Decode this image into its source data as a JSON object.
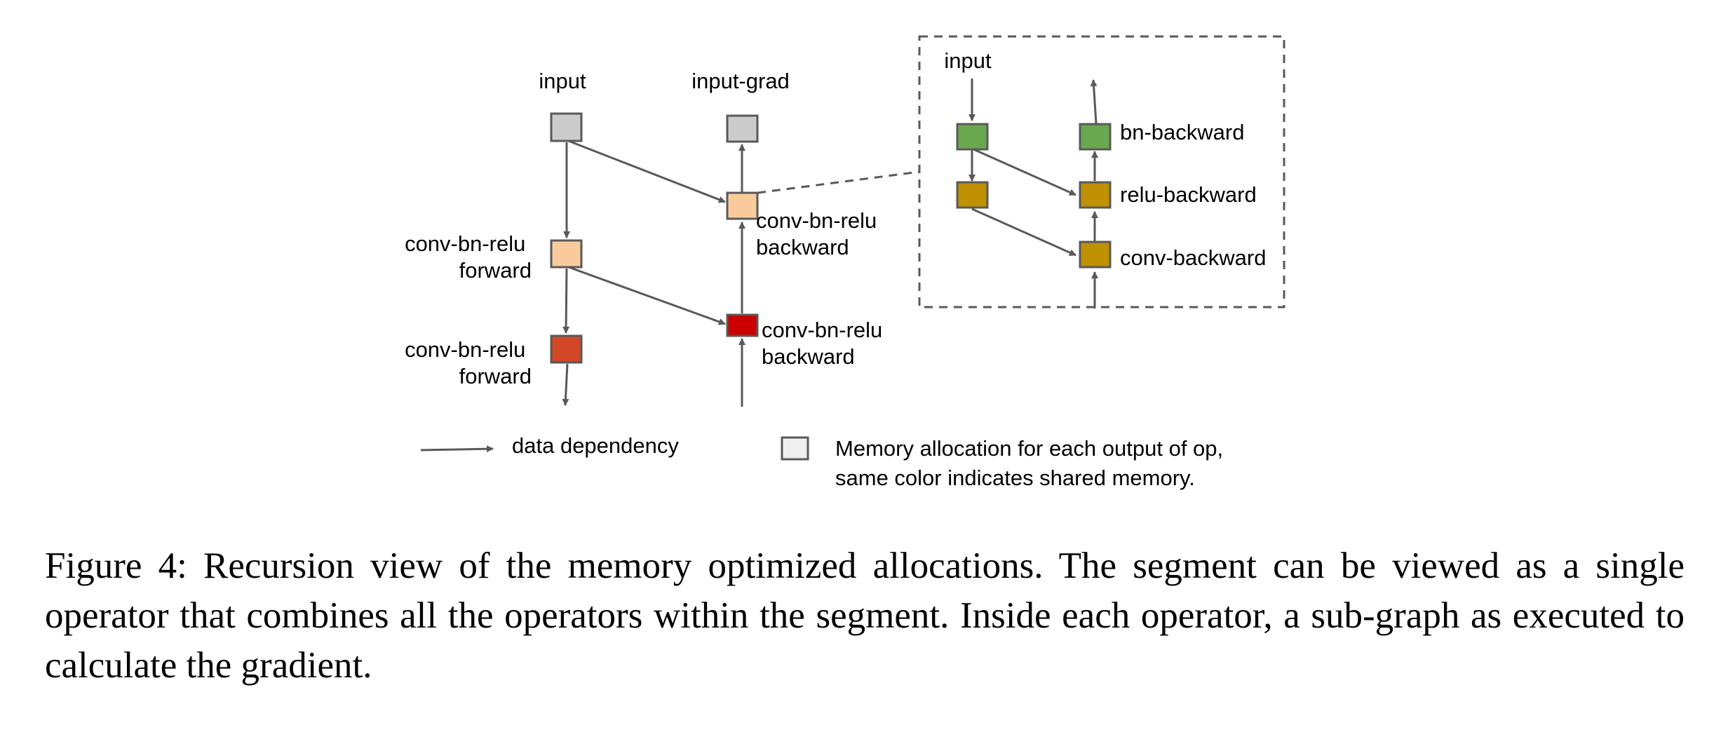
{
  "diagram": {
    "main": {
      "input_label": "input",
      "input_grad_label": "input-grad",
      "forward_1_label": [
        "conv-bn-relu",
        "forward"
      ],
      "forward_2_label": [
        "conv-bn-relu",
        "forward"
      ],
      "backward_1_label": [
        "conv-bn-relu",
        "backward"
      ],
      "backward_2_label": [
        "conv-bn-relu",
        "backward"
      ]
    },
    "inset": {
      "input_label": "input",
      "bn_backward_label": "bn-backward",
      "relu_backward_label": "relu-backward",
      "conv_backward_label": "conv-backward"
    },
    "legend": {
      "arrow_label": "data dependency",
      "box_label_lines": [
        "Memory allocation for each output of op,",
        "same color indicates shared memory."
      ]
    },
    "colors": {
      "gray_node": "#cccccc",
      "light_orange_node": "#f9cb9c",
      "red_orange_node": "#d24726",
      "dark_red_node": "#cc0000",
      "green_node": "#6aa84f",
      "gold_node": "#bf9000",
      "legend_box": "#efefef",
      "edge": "#595959"
    }
  },
  "caption": "Figure 4: Recursion view of the memory optimized allocations. The segment can be viewed as a single operator that combines all the operators within the segment. Inside each operator, a sub-graph as executed to calculate the gradient."
}
